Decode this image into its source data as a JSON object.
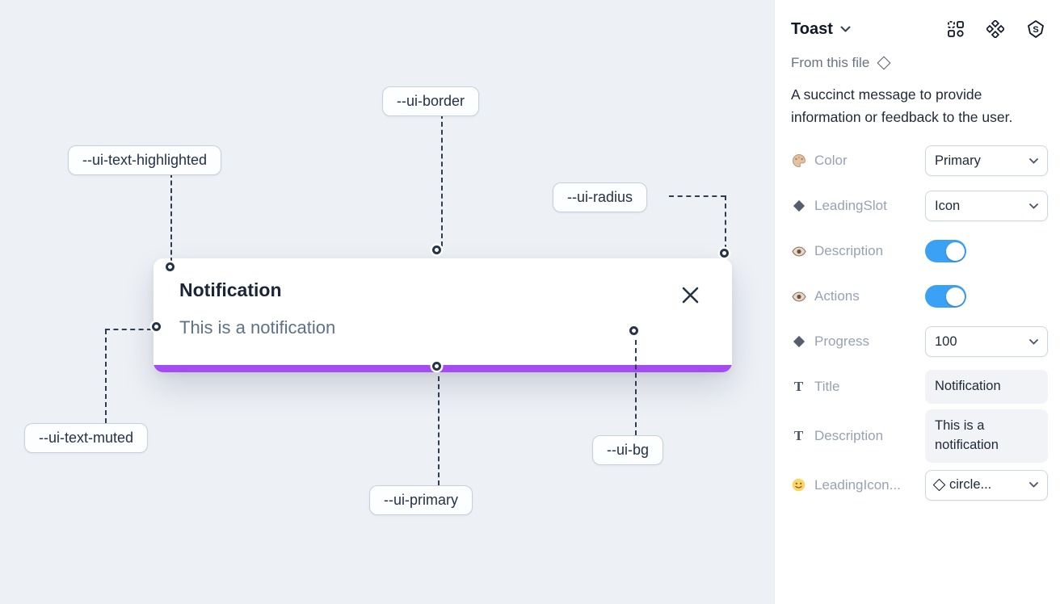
{
  "colors": {
    "accent_purple": "#a44cf2",
    "toggle_blue": "#3ba1f4"
  },
  "canvas": {
    "toast": {
      "title": "Notification",
      "description": "This is a notification",
      "close_icon": "x"
    },
    "labels": [
      {
        "text": "--ui-border"
      },
      {
        "text": "--ui-text-highlighted"
      },
      {
        "text": "--ui-radius"
      },
      {
        "text": "--ui-text-muted"
      },
      {
        "text": "--ui-primary"
      },
      {
        "text": "--ui-bg"
      }
    ]
  },
  "panel": {
    "title": "Toast",
    "source": "From this file",
    "description": "A succinct message to provide information or feedback to the user.",
    "header_icons": [
      "grid-icon",
      "component-icon",
      "code-source-icon"
    ],
    "properties": [
      {
        "label": "Color",
        "icon": "palette-icon",
        "control": "select",
        "value": "Primary"
      },
      {
        "label": "LeadingSlot",
        "icon": "diamond-icon",
        "control": "select",
        "value": "Icon"
      },
      {
        "label": "Description",
        "icon": "eye-icon",
        "control": "toggle",
        "value": true
      },
      {
        "label": "Actions",
        "icon": "eye-icon",
        "control": "toggle",
        "value": true
      },
      {
        "label": "Progress",
        "icon": "diamond-icon",
        "control": "select",
        "value": "100"
      },
      {
        "label": "Title",
        "icon": "text-icon",
        "control": "text",
        "value": "Notification"
      },
      {
        "label": "Description",
        "icon": "text-icon",
        "control": "text",
        "value": "This is a notification"
      },
      {
        "label": "LeadingIcon...",
        "icon": "smiley-icon",
        "control": "select",
        "value": "circle...",
        "value_icon": "diamond-outline-icon"
      }
    ]
  }
}
